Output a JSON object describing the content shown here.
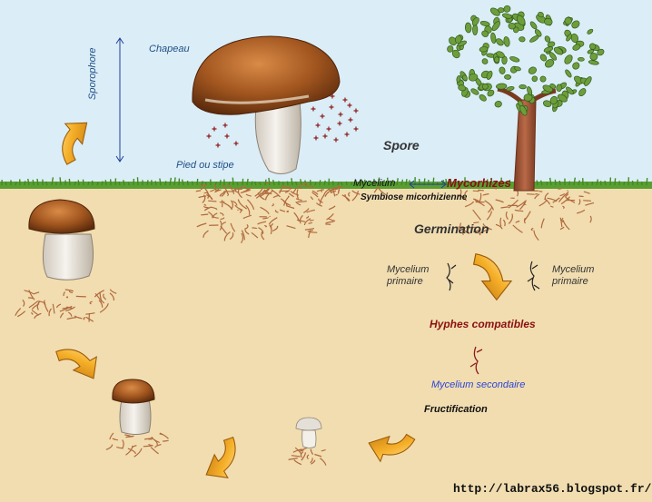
{
  "labels": {
    "chapeau": "Chapeau",
    "sporophore": "Sporophore",
    "pied": "Pied ou stipe",
    "spore": "Spore",
    "mycelium": "Mycelium",
    "mycorhizes": "Mycorhizes",
    "symbiose": "Symbiose micorhizienne",
    "germination": "Germination",
    "mycelium_primaire_left": "Mycelium primaire",
    "mycelium_primaire_right": "Mycelium primaire",
    "hyphes": "Hyphes compatibles",
    "mycelium_secondaire": "Mycelium secondaire",
    "fructification": "Fructification",
    "url": "http://labrax56.blogspot.fr/"
  },
  "colors": {
    "sky": "#dbedf7",
    "soil": "#f1ddb0",
    "grass": "#4e9a2e",
    "cap": "#8e4a1b",
    "stem": "#ede9e2",
    "trunk": "#a55a3c",
    "leaves": "#6c9b3a",
    "arrow_orange": "#f3a118",
    "spore_dots": "#8b1a1a",
    "roots": "#a8613a",
    "label_red": "#8b1010",
    "label_blue": "#1f4f86"
  },
  "icons": [
    "cycle-arrow-icon",
    "double-arrow-icon",
    "mushroom-icon",
    "tree-icon",
    "hyphae-icon"
  ]
}
